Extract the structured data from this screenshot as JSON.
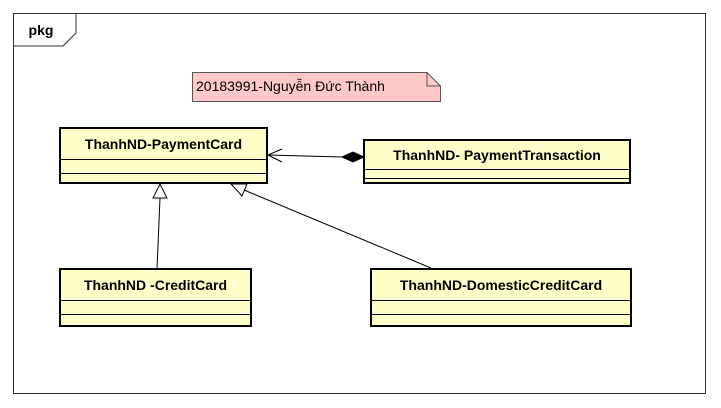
{
  "package": {
    "label": "pkg"
  },
  "note": {
    "text": "20183991-Nguyễn Đức Thành"
  },
  "classes": {
    "payment_card": {
      "name": "ThanhND-PaymentCard"
    },
    "payment_transaction": {
      "name": "ThanhND- PaymentTransaction"
    },
    "credit_card": {
      "name": "ThanhND -CreditCard"
    },
    "domestic_credit_card": {
      "name": "ThanhND-DomesticCreditCard"
    }
  },
  "relationships": [
    {
      "type": "composition",
      "from": "ThanhND- PaymentTransaction",
      "to": "ThanhND-PaymentCard"
    },
    {
      "type": "generalization",
      "from": "ThanhND -CreditCard",
      "to": "ThanhND-PaymentCard"
    },
    {
      "type": "generalization",
      "from": "ThanhND-DomesticCreditCard",
      "to": "ThanhND-PaymentCard"
    }
  ],
  "colors": {
    "class_fill": "#ffffc8",
    "note_fill": "#ffc8c8",
    "line": "#000000"
  }
}
